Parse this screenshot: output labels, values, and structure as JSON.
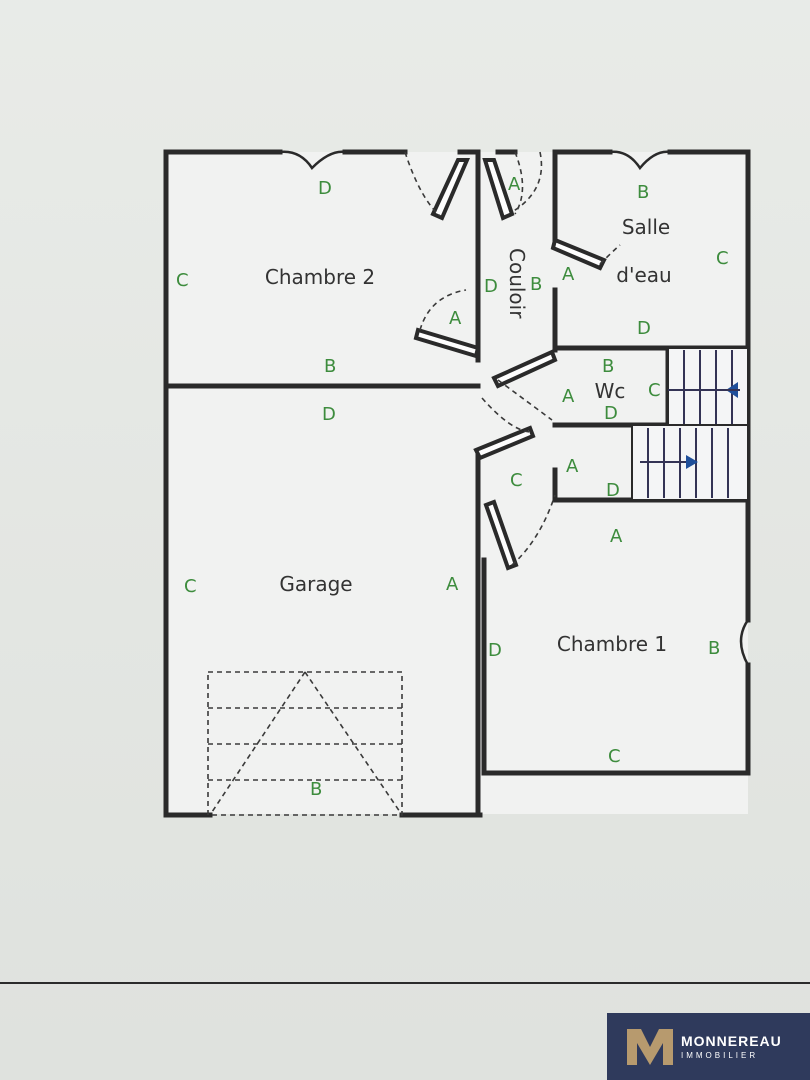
{
  "plan": {
    "rooms": {
      "chambre2": "Chambre 2",
      "couloir": "Couloir",
      "salle_line1": "Salle",
      "salle_line2": "d'eau",
      "wc": "Wc",
      "garage": "Garage",
      "chambre1": "Chambre 1"
    },
    "side_labels": {
      "ch2_top": "D",
      "ch2_left": "C",
      "ch2_bottom": "B",
      "ch2_door_a": "A",
      "ch2_right": "D",
      "hall_top_a": "A",
      "couloir_b": "B",
      "salle_top": "B",
      "salle_right": "C",
      "salle_left": "A",
      "salle_bottom": "D",
      "wc_top": "B",
      "wc_left": "A",
      "wc_right": "C",
      "wc_bottom": "D",
      "hall_c": "C",
      "hall_a": "A",
      "hall_d": "D",
      "garage_top": "D",
      "garage_left": "C",
      "garage_right": "A",
      "garage_bottom": "B",
      "ch1_top": "A",
      "ch1_left": "D",
      "ch1_right": "B",
      "ch1_bottom": "C"
    }
  },
  "logo": {
    "name": "MONNEREAU",
    "sub": "IMMOBILIER",
    "color": "#2f3a5c"
  }
}
